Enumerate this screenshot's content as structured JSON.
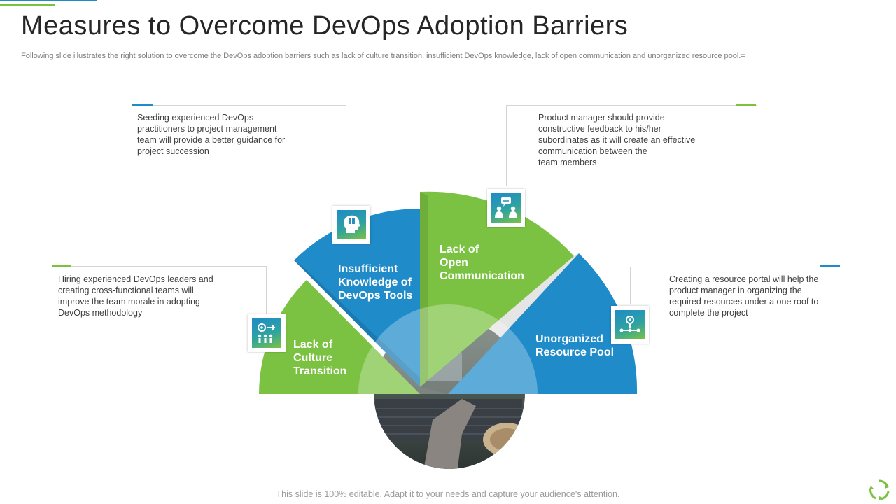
{
  "title": "Measures to Overcome DevOps Adoption Barriers",
  "subtitle": "Following slide illustrates the right solution to overcome the DevOps adoption barriers such as lack of culture transition, insufficient DevOps knowledge, lack of open communication and unorganized resource pool.=",
  "segments": [
    {
      "label_lines": [
        "Lack of",
        "Culture",
        "Transition"
      ],
      "description": [
        "Hiring experienced DevOps leaders and",
        "creating cross-functional teams will",
        "improve the team morale in adopting",
        "DevOps methodology"
      ],
      "icon": "team-process-icon",
      "color": "#7cc242"
    },
    {
      "label_lines": [
        "Insufficient",
        "Knowledge of",
        "DevOps Tools"
      ],
      "description": [
        "Seeding experienced DevOps",
        "practitioners to project management",
        "team will provide  a better guidance for",
        "project succession"
      ],
      "icon": "head-book-icon",
      "color": "#1f8bc9"
    },
    {
      "label_lines": [
        "Lack of",
        "Open",
        "Communication"
      ],
      "description": [
        "Product manager should provide",
        "constructive feedback to his/her",
        "subordinates as it will create an effective",
        "communication between the",
        "team members"
      ],
      "icon": "conversation-icon",
      "color": "#7cc242"
    },
    {
      "label_lines": [
        "Unorganized",
        "Resource Pool"
      ],
      "description": [
        "Creating a resource portal will help the",
        "product manager in organizing the",
        "required resources under a one roof to",
        "complete the project"
      ],
      "icon": "resource-network-icon",
      "color": "#1f8bc9"
    }
  ],
  "footer": "This slide is 100% editable. Adapt it to your needs and capture your audience's attention.",
  "colors": {
    "green": "#7cc242",
    "blue": "#1f8bc9"
  }
}
